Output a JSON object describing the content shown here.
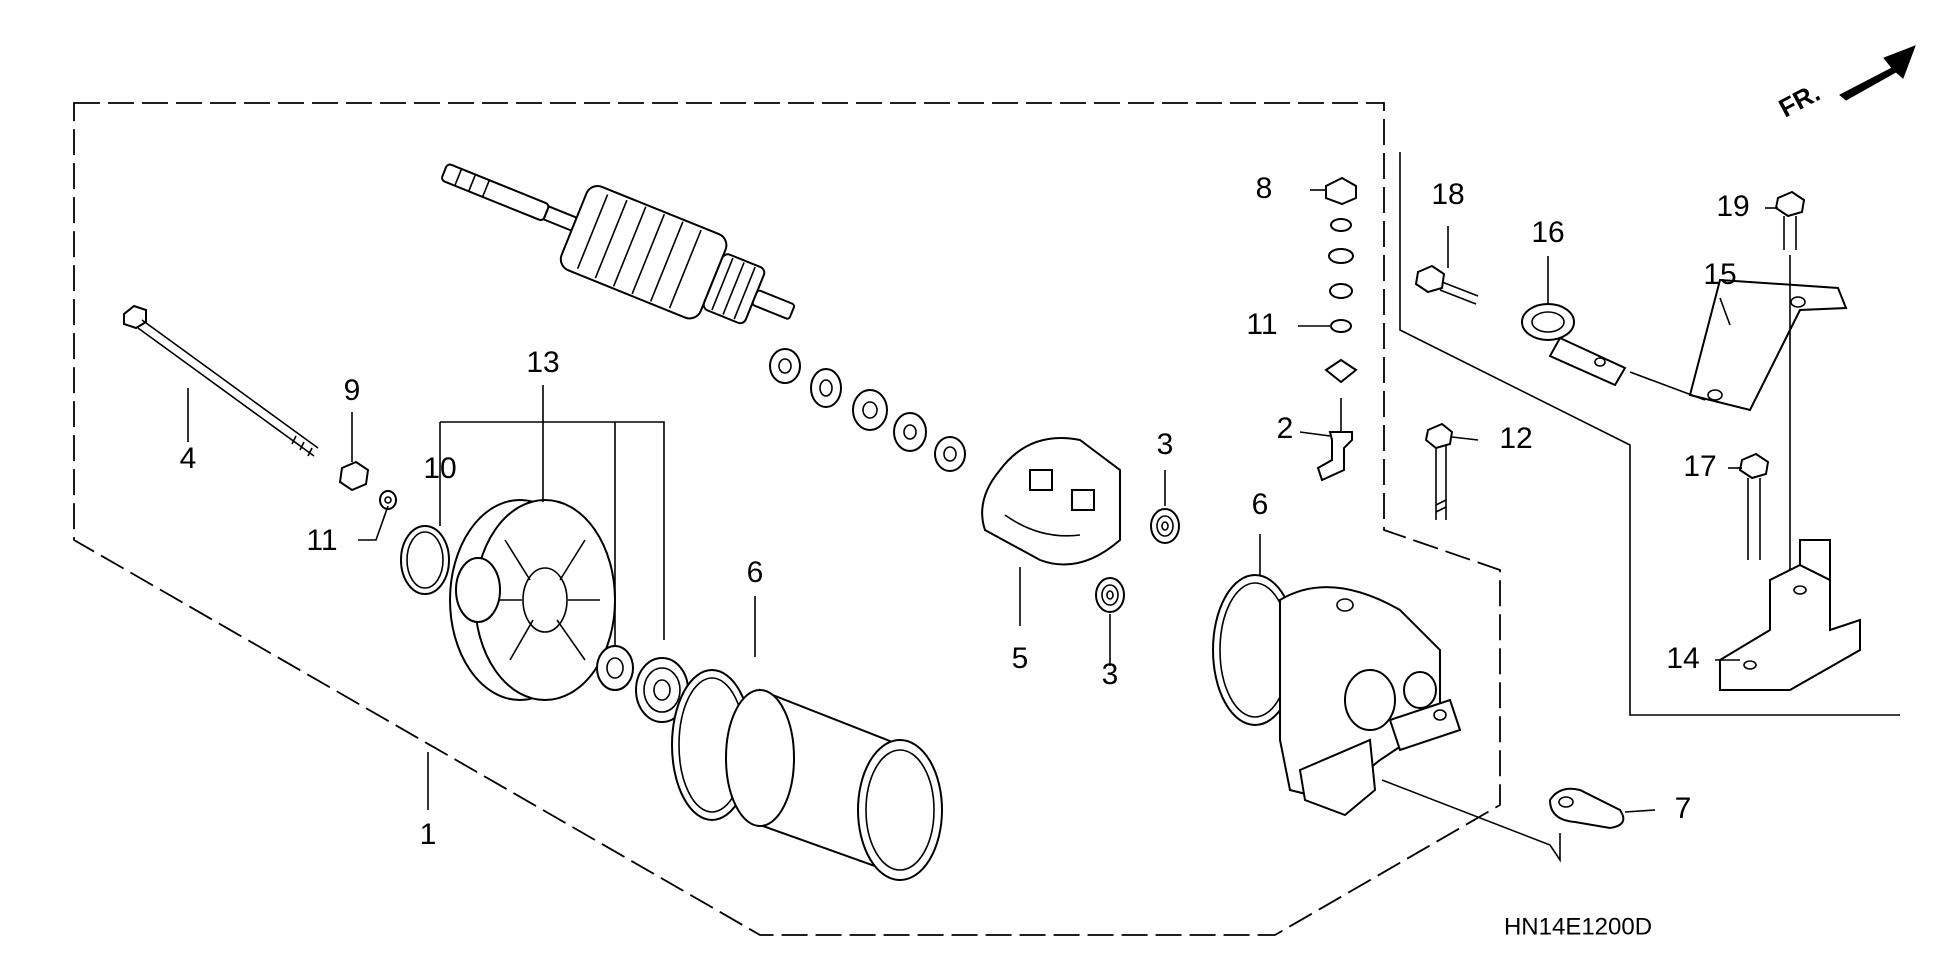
{
  "diagram": {
    "code": "HN14E1200D",
    "direction_label": "FR.",
    "callouts": [
      {
        "id": "c1",
        "label": "1"
      },
      {
        "id": "c2",
        "label": "2"
      },
      {
        "id": "c3a",
        "label": "3"
      },
      {
        "id": "c3b",
        "label": "3"
      },
      {
        "id": "c4",
        "label": "4"
      },
      {
        "id": "c5",
        "label": "5"
      },
      {
        "id": "c6a",
        "label": "6"
      },
      {
        "id": "c6b",
        "label": "6"
      },
      {
        "id": "c7",
        "label": "7"
      },
      {
        "id": "c8",
        "label": "8"
      },
      {
        "id": "c9",
        "label": "9"
      },
      {
        "id": "c10",
        "label": "10"
      },
      {
        "id": "c11a",
        "label": "11"
      },
      {
        "id": "c11b",
        "label": "11"
      },
      {
        "id": "c12",
        "label": "12"
      },
      {
        "id": "c13",
        "label": "13"
      },
      {
        "id": "c14",
        "label": "14"
      },
      {
        "id": "c15",
        "label": "15"
      },
      {
        "id": "c16",
        "label": "16"
      },
      {
        "id": "c17",
        "label": "17"
      },
      {
        "id": "c18",
        "label": "18"
      },
      {
        "id": "c19",
        "label": "19"
      }
    ]
  }
}
